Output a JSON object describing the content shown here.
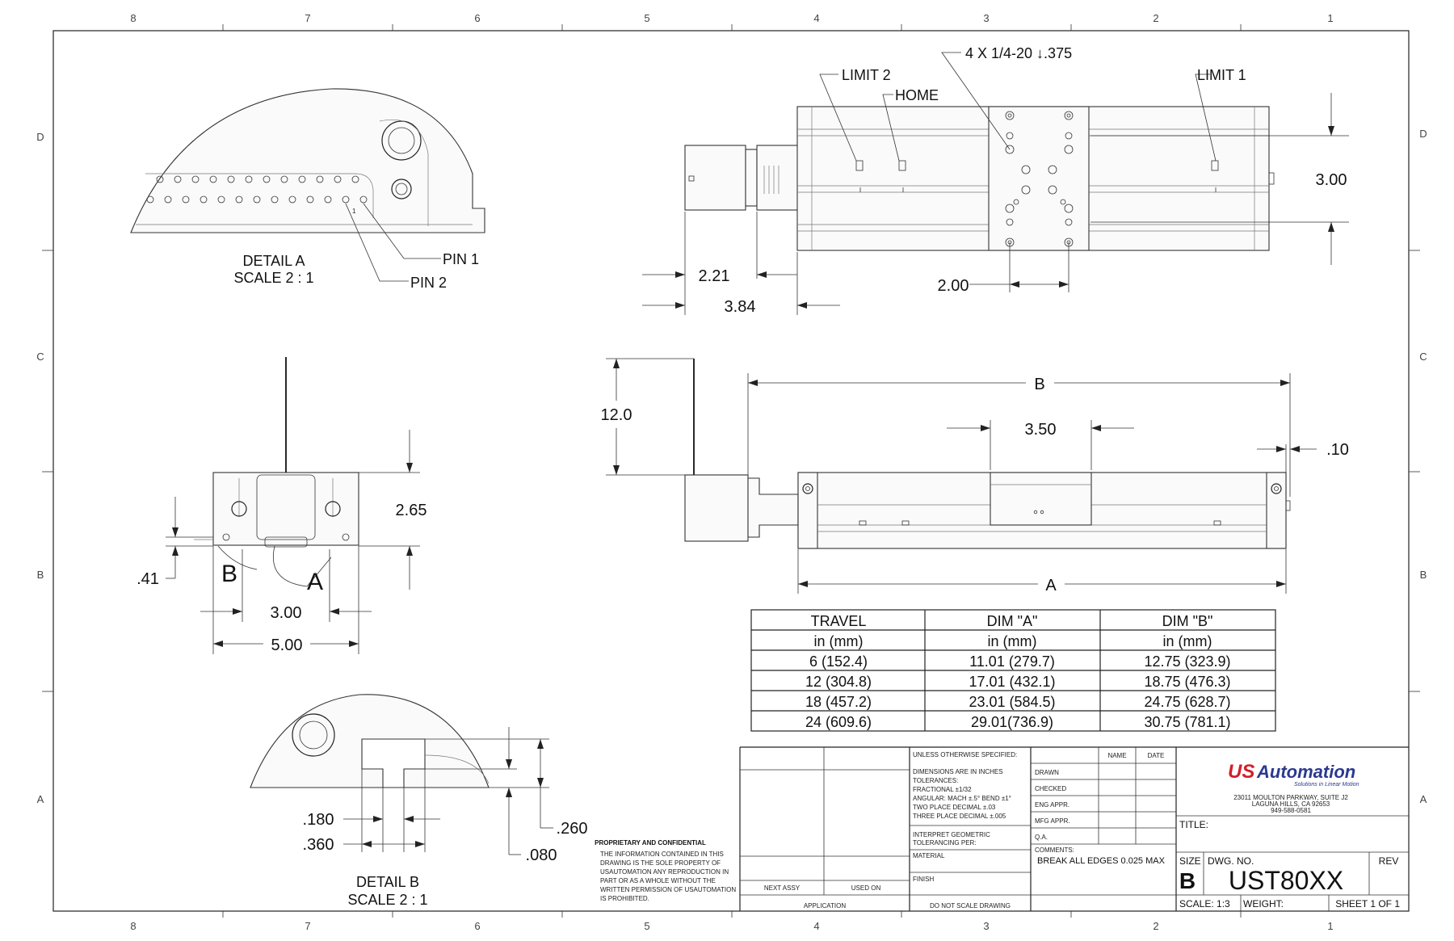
{
  "zones": {
    "columns": [
      "8",
      "7",
      "6",
      "5",
      "4",
      "3",
      "2",
      "1"
    ],
    "rows": [
      "D",
      "C",
      "B",
      "A"
    ]
  },
  "detail_a": {
    "title": "DETAIL A",
    "scale": "SCALE 2 : 1",
    "pin1": "PIN 1",
    "pin2": "PIN 2",
    "pin_mark": "1"
  },
  "top_view": {
    "limit2": "LIMIT 2",
    "home": "HOME",
    "holes": "4 X 1/4-20 ↓.375",
    "limit1": "LIMIT 1",
    "dim_height": "3.00",
    "dim_motor": "2.21",
    "dim_motor_total": "3.84",
    "dim_hole_spacing": "2.00"
  },
  "end_view": {
    "dim_cable": "12.0",
    "dim_height": "2.65",
    "dim_slot": ".41",
    "dim_inner": "3.00",
    "dim_width": "5.00",
    "label_b": "B",
    "label_a": "A"
  },
  "side_view": {
    "dim_b": "B",
    "dim_carriage": "3.50",
    "dim_gap": ".10",
    "dim_a": "A"
  },
  "detail_b": {
    "title": "DETAIL B",
    "scale": "SCALE 2 : 1",
    "dim_180": ".180",
    "dim_360": ".360",
    "dim_260": ".260",
    "dim_080": ".080"
  },
  "table": {
    "headers": [
      "TRAVEL",
      "DIM \"A\"",
      "DIM \"B\""
    ],
    "units": [
      "in (mm)",
      "in (mm)",
      "in (mm)"
    ],
    "rows": [
      [
        "6 (152.4)",
        "11.01 (279.7)",
        "12.75 (323.9)"
      ],
      [
        "12 (304.8)",
        "17.01 (432.1)",
        "18.75 (476.3)"
      ],
      [
        "18 (457.2)",
        "23.01 (584.5)",
        "24.75 (628.7)"
      ],
      [
        "24 (609.6)",
        "29.01(736.9)",
        "30.75 (781.1)"
      ]
    ]
  },
  "title_block": {
    "unless": "UNLESS OTHERWISE SPECIFIED:",
    "name": "NAME",
    "date": "DATE",
    "tol_lines": [
      "DIMENSIONS ARE IN INCHES",
      "TOLERANCES:",
      "FRACTIONAL ±1/32",
      "ANGULAR: MACH ±.5° BEND ±1°",
      "TWO PLACE DECIMAL    ±.03",
      "THREE PLACE DECIMAL  ±.005"
    ],
    "interpret": [
      "INTERPRET GEOMETRIC",
      "TOLERANCING PER:"
    ],
    "material": "MATERIAL",
    "finish": "FINISH",
    "do_not_scale": "DO NOT SCALE DRAWING",
    "roles": [
      "DRAWN",
      "CHECKED",
      "ENG APPR.",
      "MFG APPR.",
      "Q.A."
    ],
    "comments": "COMMENTS:",
    "comment_text": "BREAK ALL EDGES 0.025 MAX",
    "next_assy": "NEXT ASSY",
    "used_on": "USED ON",
    "application": "APPLICATION",
    "proprietary_title": "PROPRIETARY AND CONFIDENTIAL",
    "proprietary_lines": [
      "THE INFORMATION CONTAINED IN THIS",
      "DRAWING IS THE SOLE PROPERTY OF",
      "USAUTOMATION ANY REPRODUCTION IN",
      "PART OR AS A WHOLE WITHOUT THE",
      "WRITTEN PERMISSION OF USAUTOMATION",
      "IS PROHIBITED."
    ],
    "logo_us": "US",
    "logo_automation": "Automation",
    "logo_tagline": "Solutions in Linear Motion",
    "address": [
      "23011 MOULTON PARKWAY, SUITE J2",
      "LAGUNA HILLS, CA 92653",
      "949-588-0581"
    ],
    "title_label": "TITLE:",
    "size_label": "SIZE",
    "size_value": "B",
    "dwg_label": "DWG.  NO.",
    "dwg_value": "UST80XX",
    "rev_label": "REV",
    "scale": "SCALE: 1:3",
    "weight": "WEIGHT:",
    "sheet": "SHEET 1 OF 1"
  },
  "colors": {
    "logo_us": "#d21f2b",
    "logo_automation": "#2b3990",
    "line": "#222222"
  }
}
